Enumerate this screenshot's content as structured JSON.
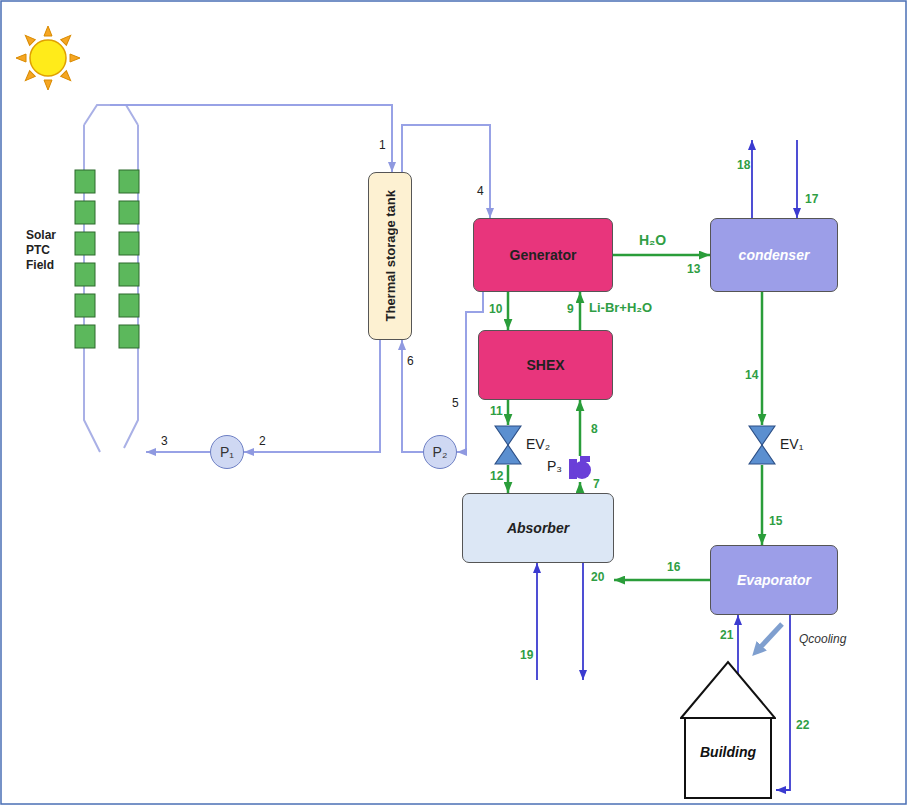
{
  "diagram": {
    "nodes": [
      {
        "text": [
          "Solar PTC Field"
        ]
      },
      {
        "text": [
          "Thermal storage tank"
        ]
      },
      {
        "text": [
          "P₁"
        ]
      },
      {
        "text": [
          "P₂"
        ]
      },
      {
        "text": [
          "Generator"
        ]
      },
      {
        "text": [
          "SHEX"
        ]
      },
      {
        "text": [
          "EV₂"
        ]
      },
      {
        "text": [
          "P₃"
        ]
      },
      {
        "text": [
          "Absorber"
        ]
      },
      {
        "text": [
          "condenser"
        ]
      },
      {
        "text": [
          "EV₁"
        ]
      },
      {
        "text": [
          "Evaporator"
        ]
      },
      {
        "text": [
          "Building"
        ]
      }
    ],
    "edges": [
      {
        "from": 0,
        "to": 1,
        "label": "1",
        "arrow": "to"
      },
      {
        "from": 1,
        "to": 2,
        "label": "2",
        "arrow": "to"
      },
      {
        "from": 2,
        "to": 0,
        "label": "3",
        "arrow": "to"
      },
      {
        "from": 1,
        "to": 4,
        "label": "4",
        "arrow": "to"
      },
      {
        "from": 4,
        "to": 3,
        "label": "5",
        "arrow": "to"
      },
      {
        "from": 3,
        "to": 1,
        "label": "6",
        "arrow": "to"
      },
      {
        "from": 8,
        "to": 7,
        "label": "7",
        "arrow": "to"
      },
      {
        "from": 7,
        "to": 5,
        "label": "8",
        "arrow": "to"
      },
      {
        "from": 5,
        "to": 4,
        "label": "9",
        "arrow": "to"
      },
      {
        "from": 4,
        "to": 5,
        "label": "10",
        "arrow": "to"
      },
      {
        "from": 5,
        "to": 6,
        "label": "11",
        "arrow": "to"
      },
      {
        "from": 6,
        "to": 8,
        "label": "12",
        "arrow": "to"
      },
      {
        "from": 4,
        "to": 9,
        "label": "13",
        "arrow": "to"
      },
      {
        "from": 9,
        "to": 10,
        "label": "14",
        "arrow": "to"
      },
      {
        "from": 10,
        "to": 11,
        "label": "15",
        "arrow": "to"
      },
      {
        "from": 11,
        "to": 8,
        "label": "16",
        "arrow": "to"
      },
      {
        "from": 12,
        "to": 11,
        "label": "21",
        "arrow": "to"
      },
      {
        "from": 11,
        "to": 12,
        "label": "22",
        "arrow": "to"
      }
    ],
    "labels": [
      "H₂O",
      "Li-Br+H₂O",
      "17",
      "18",
      "19",
      "20",
      "Qcooling"
    ]
  }
}
